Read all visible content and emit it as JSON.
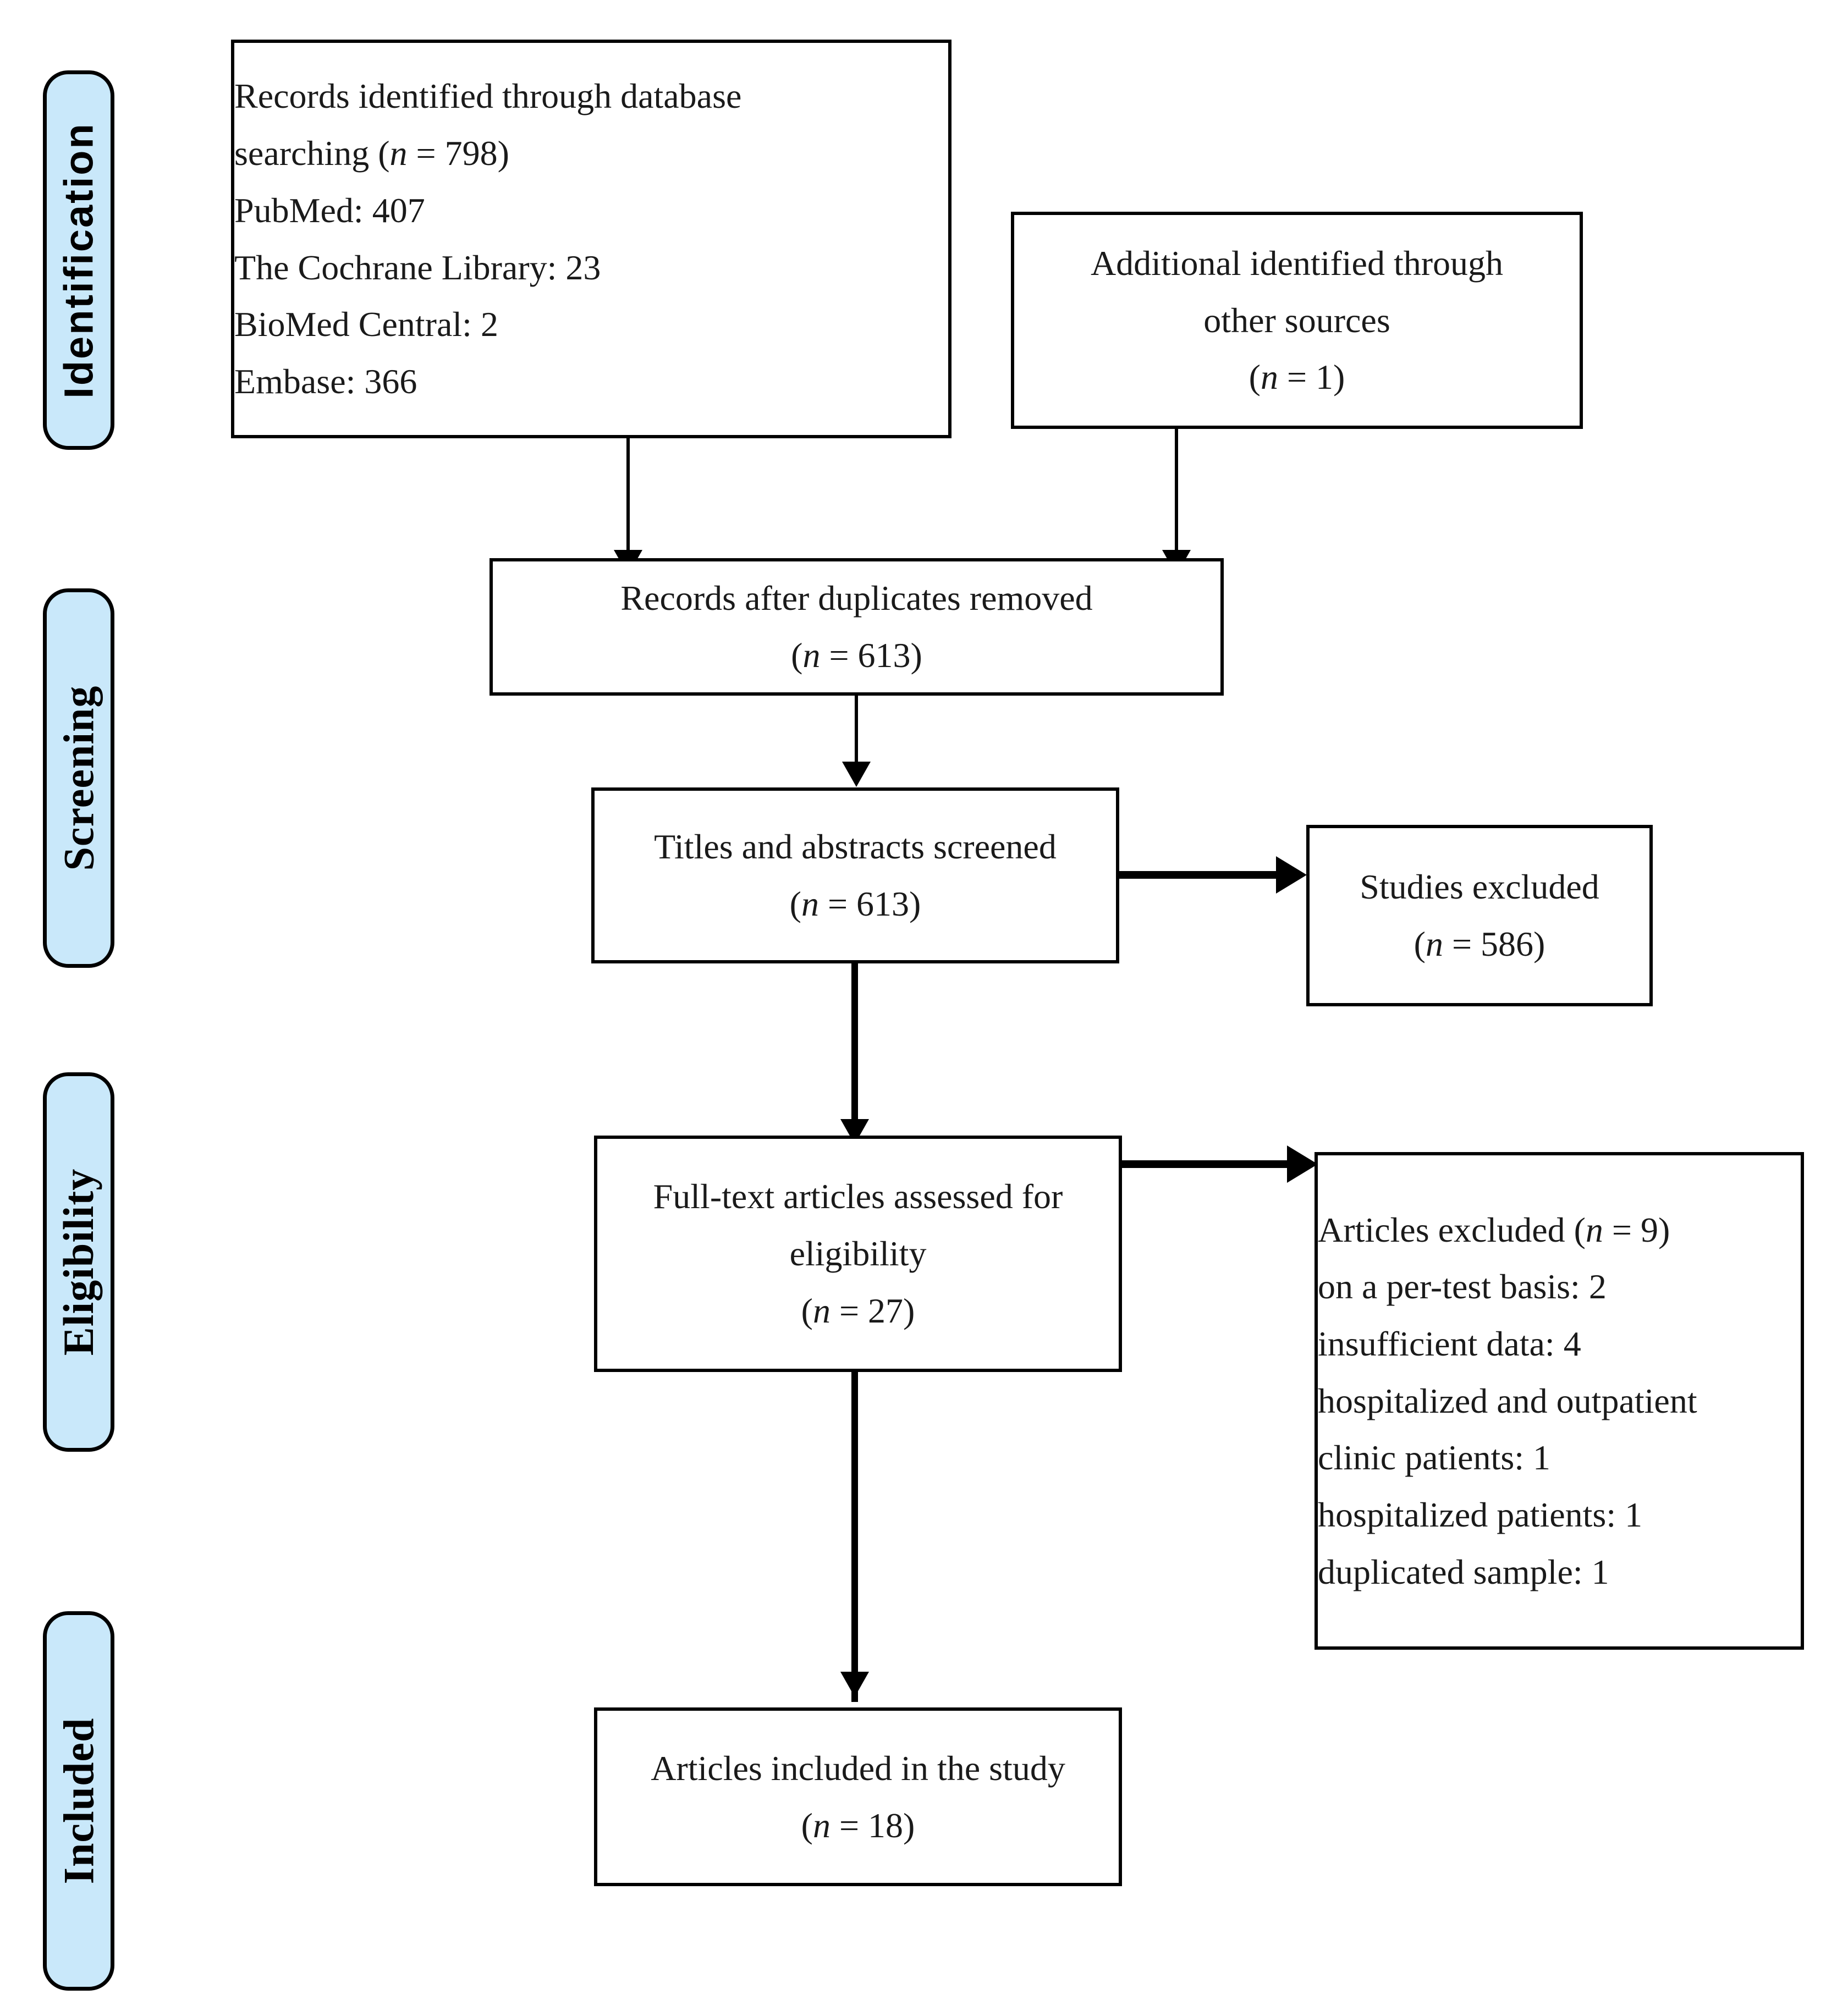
{
  "diagram": {
    "type": "prisma-flow-diagram",
    "title": "PRISMA study selection flow diagram"
  },
  "stages": [
    {
      "id": "identification",
      "label": "Identification"
    },
    {
      "id": "screening",
      "label": "Screening"
    },
    {
      "id": "eligibility",
      "label": "Eligibility"
    },
    {
      "id": "included",
      "label": "Included"
    }
  ],
  "nodes": {
    "database_search": {
      "line1": "Records identified through database",
      "line2_prefix": "searching (",
      "line2_n": "n",
      "line2_suffix": " = 798)",
      "line3": "PubMed: 407",
      "line4": "The Cochrane Library: 23",
      "line5": "BioMed Central: 2",
      "line6": "Embase: 366"
    },
    "other_sources": {
      "line1": "Additional identified through",
      "line2": "other sources",
      "line3_prefix": "(",
      "line3_n": "n",
      "line3_suffix": " = 1)"
    },
    "duplicates_removed": {
      "line1": "Records after duplicates removed",
      "line2_prefix": "(",
      "line2_n": "n",
      "line2_suffix": " = 613)"
    },
    "titles_screened": {
      "line1": "Titles and abstracts screened",
      "line2_prefix": "(",
      "line2_n": "n",
      "line2_suffix": " = 613)"
    },
    "studies_excluded": {
      "line1": "Studies excluded",
      "line2_prefix": "(",
      "line2_n": "n",
      "line2_suffix": " = 586)"
    },
    "fulltext_assessed": {
      "line1": "Full-text articles assessed for",
      "line2": "eligibility",
      "line3_prefix": "(",
      "line3_n": "n",
      "line3_suffix": " = 27)"
    },
    "articles_excluded": {
      "line1_prefix": "Articles excluded (",
      "line1_n": "n",
      "line1_suffix": " = 9)",
      "line2": "on a per-test basis: 2",
      "line3": "insufficient data: 4",
      "line4": "hospitalized and outpatient",
      "line5": "clinic patients: 1",
      "line6": "hospitalized patients: 1",
      "line7": "duplicated sample: 1"
    },
    "articles_included": {
      "line1": "Articles included in the study",
      "line2_prefix": "(",
      "line2_n": "n",
      "line2_suffix": " = 18)"
    }
  },
  "counts": {
    "database_total": 798,
    "pubmed": 407,
    "cochrane": 23,
    "biomed_central": 2,
    "embase": 366,
    "other_sources": 1,
    "after_duplicates": 613,
    "titles_screened": 613,
    "studies_excluded": 586,
    "fulltext_assessed": 27,
    "articles_excluded": 9,
    "excluded_per_test_basis": 2,
    "excluded_insufficient_data": 4,
    "excluded_hospitalized_outpatient": 1,
    "excluded_hospitalized": 1,
    "excluded_duplicated_sample": 1,
    "articles_included": 18
  },
  "colors": {
    "stage_fill": "#c9e8fa",
    "stroke": "#000000",
    "text": "#1a1a1a",
    "background": "#ffffff"
  }
}
